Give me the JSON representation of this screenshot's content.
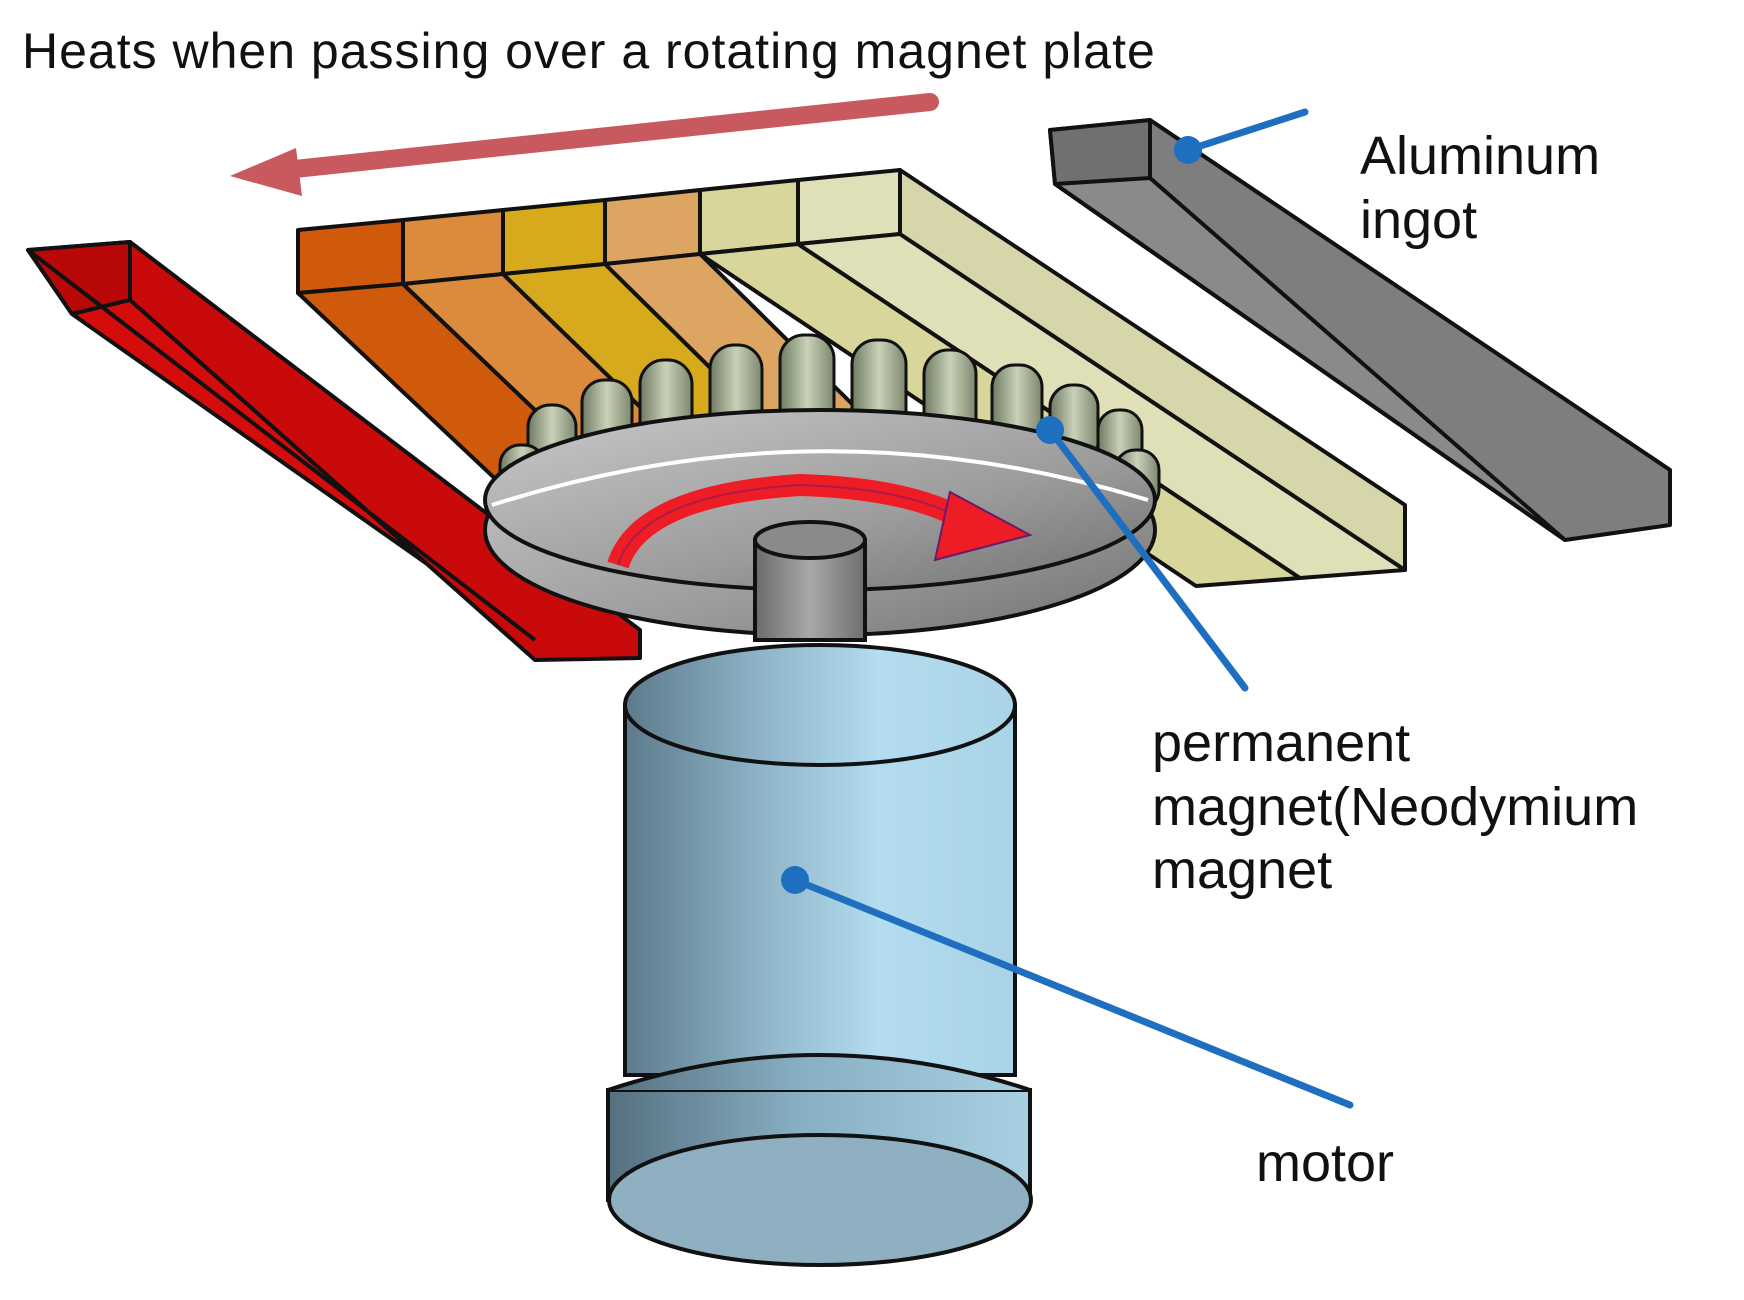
{
  "title": "Heats when passing over a rotating magnet plate",
  "labels": {
    "aluminum_ingot": [
      "Aluminum",
      "ingot"
    ],
    "permanent_magnet": [
      "permanent",
      "magnet(Neodymium",
      "magnet"
    ],
    "motor": "motor"
  },
  "colors": {
    "heated_ingot": "#d40c0c",
    "cold_ingot": "#8a8a8a",
    "heat_arrow": "#c85a5f",
    "rotation_arrow": "#ee1c24",
    "leader_line": "#1f6fc0",
    "motor_body": "#a8d2e6",
    "strip_gradient": [
      "#d55a0b",
      "#dd8d3c",
      "#d8ab1a",
      "#dca863",
      "#d8d79a",
      "#e0e0b8"
    ]
  }
}
